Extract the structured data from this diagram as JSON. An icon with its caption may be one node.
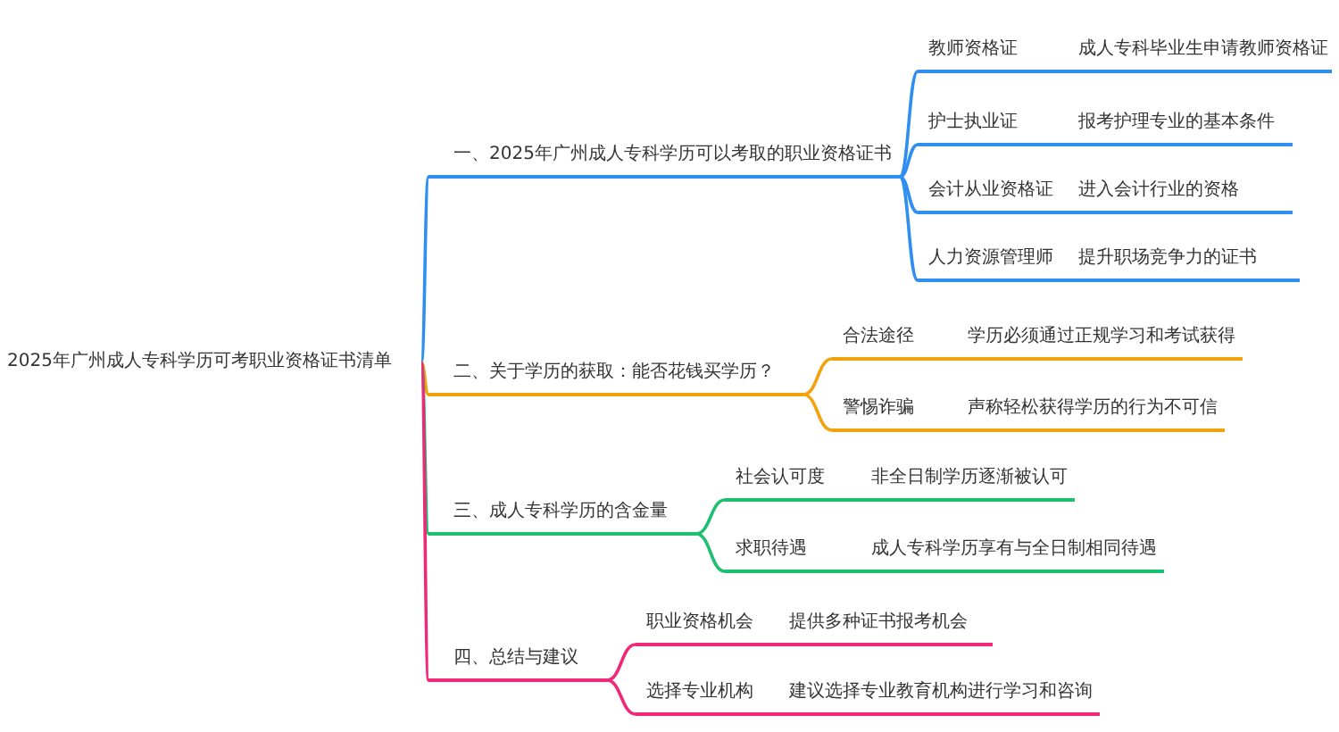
{
  "diagram": {
    "nodes": [
      {
        "text": [
          "2025年广州成人专科学历可考职业资格证书清单"
        ]
      },
      {
        "text": [
          "一、2025年广州成人专科学历可以考取的职业资格证书"
        ]
      },
      {
        "text": [
          "教师资格证",
          "成人专科毕业生申请教师资格证"
        ]
      },
      {
        "text": [
          "护士执业证",
          "报考护理专业的基本条件"
        ]
      },
      {
        "text": [
          "会计从业资格证",
          "进入会计行业的资格"
        ]
      },
      {
        "text": [
          "人力资源管理师",
          "提升职场竞争力的证书"
        ]
      },
      {
        "text": [
          "二、关于学历的获取：能否花钱买学历？"
        ]
      },
      {
        "text": [
          "合法途径",
          "学历必须通过正规学习和考试获得"
        ]
      },
      {
        "text": [
          "警惕诈骗",
          "声称轻松获得学历的行为不可信"
        ]
      },
      {
        "text": [
          "三、成人专科学历的含金量"
        ]
      },
      {
        "text": [
          "社会认可度",
          "非全日制学历逐渐被认可"
        ]
      },
      {
        "text": [
          "求职待遇",
          "成人专科学历享有与全日制相同待遇"
        ]
      },
      {
        "text": [
          "四、总结与建议"
        ]
      },
      {
        "text": [
          "职业资格机会",
          "提供多种证书报考机会"
        ]
      },
      {
        "text": [
          "选择专业机构",
          "建议选择专业教育机构进行学习和咨询"
        ]
      }
    ],
    "edges": [
      {
        "from": 0,
        "to": 1,
        "arrow": "none"
      },
      {
        "from": 1,
        "to": 2,
        "arrow": "none"
      },
      {
        "from": 1,
        "to": 3,
        "arrow": "none"
      },
      {
        "from": 1,
        "to": 4,
        "arrow": "none"
      },
      {
        "from": 1,
        "to": 5,
        "arrow": "none"
      },
      {
        "from": 0,
        "to": 6,
        "arrow": "none",
        "color": "#f2a20c"
      },
      {
        "from": 6,
        "to": 7,
        "arrow": "none",
        "color": "#f2a20c"
      },
      {
        "from": 6,
        "to": 8,
        "arrow": "none",
        "color": "#f2a20c"
      },
      {
        "from": 0,
        "to": 9,
        "arrow": "none",
        "color": "#1fbf72"
      },
      {
        "from": 9,
        "to": 10,
        "arrow": "none",
        "color": "#1fbf72"
      },
      {
        "from": 9,
        "to": 11,
        "arrow": "none",
        "color": "#1fbf72"
      },
      {
        "from": 0,
        "to": 12,
        "arrow": "none",
        "color": "#f0287a"
      },
      {
        "from": 12,
        "to": 13,
        "arrow": "none",
        "color": "#f0287a"
      },
      {
        "from": 12,
        "to": 14,
        "arrow": "none",
        "color": "#f0287a"
      }
    ]
  }
}
